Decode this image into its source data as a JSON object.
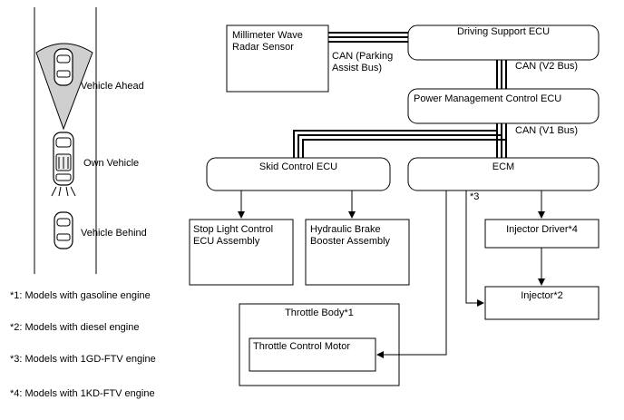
{
  "scene": {
    "vehicle_ahead": "Vehicle Ahead",
    "own_vehicle": "Own Vehicle",
    "vehicle_behind": "Vehicle Behind"
  },
  "blocks": {
    "radar": "Millimeter Wave\nRadar Sensor",
    "driving_support": "Driving Support ECU",
    "power_mgmt": "Power Management Control ECU",
    "skid": "Skid Control ECU",
    "ecm": "ECM",
    "stop_light": "Stop Light Control\nECU Assembly",
    "hydraulic": "Hydraulic Brake\nBooster Assembly",
    "injector_driver": "Injector Driver*4",
    "injector": "Injector*2",
    "throttle_body": "Throttle Body*1",
    "throttle_motor": "Throttle Control Motor"
  },
  "buses": {
    "parking": "CAN (Parking\nAssist Bus)",
    "v2": "CAN (V2 Bus)",
    "v1": "CAN (V1 Bus)"
  },
  "markers": {
    "star3": "*3"
  },
  "notes": [
    "*1: Models with gasoline engine",
    "*2: Models with diesel engine",
    "*3: Models with 1GD-FTV engine",
    "*4: Models with 1KD-FTV engine"
  ]
}
